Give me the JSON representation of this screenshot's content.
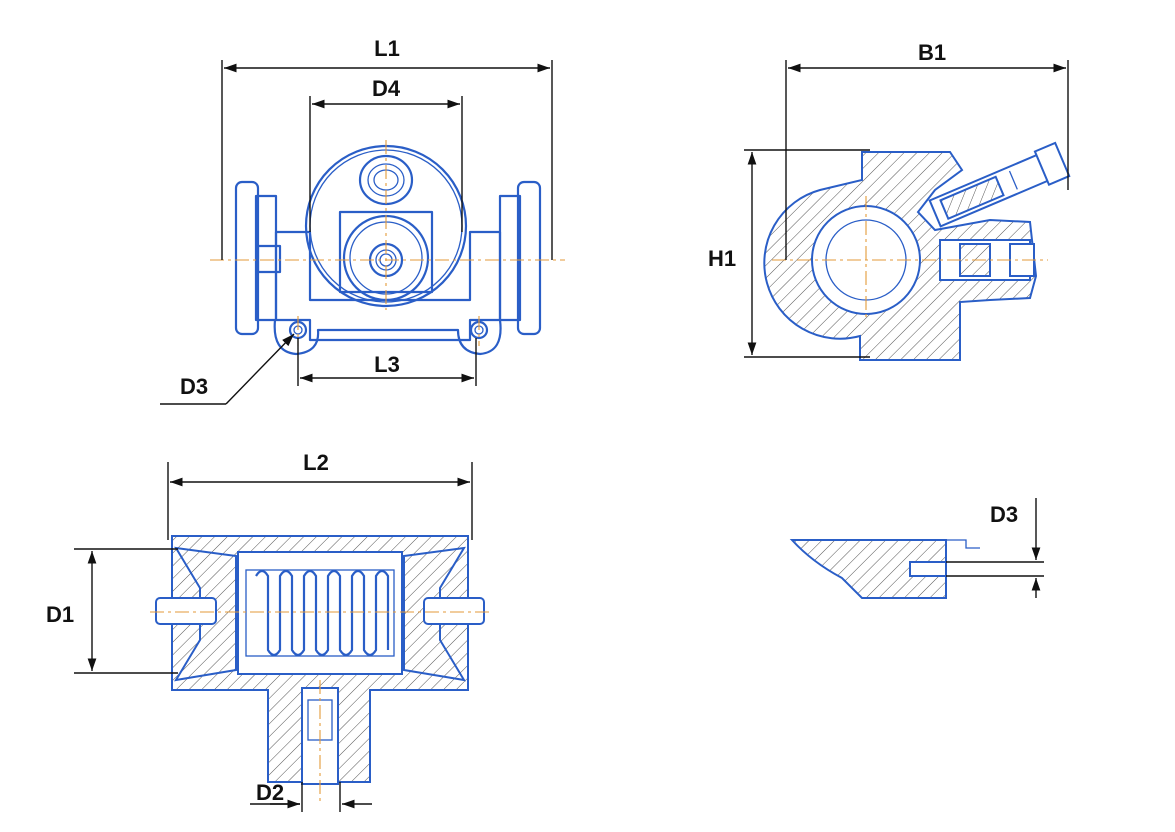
{
  "dimension_labels": {
    "l1": "L1",
    "d4": "D4",
    "d3_front": "D3",
    "l3": "L3",
    "b1": "B1",
    "h1": "H1",
    "l2": "L2",
    "d1": "D1",
    "d2": "D2",
    "d3_detail": "D3"
  },
  "colors": {
    "outline": "#2a5ec7",
    "dimension": "#111111",
    "centerline": "#e39a3a"
  }
}
